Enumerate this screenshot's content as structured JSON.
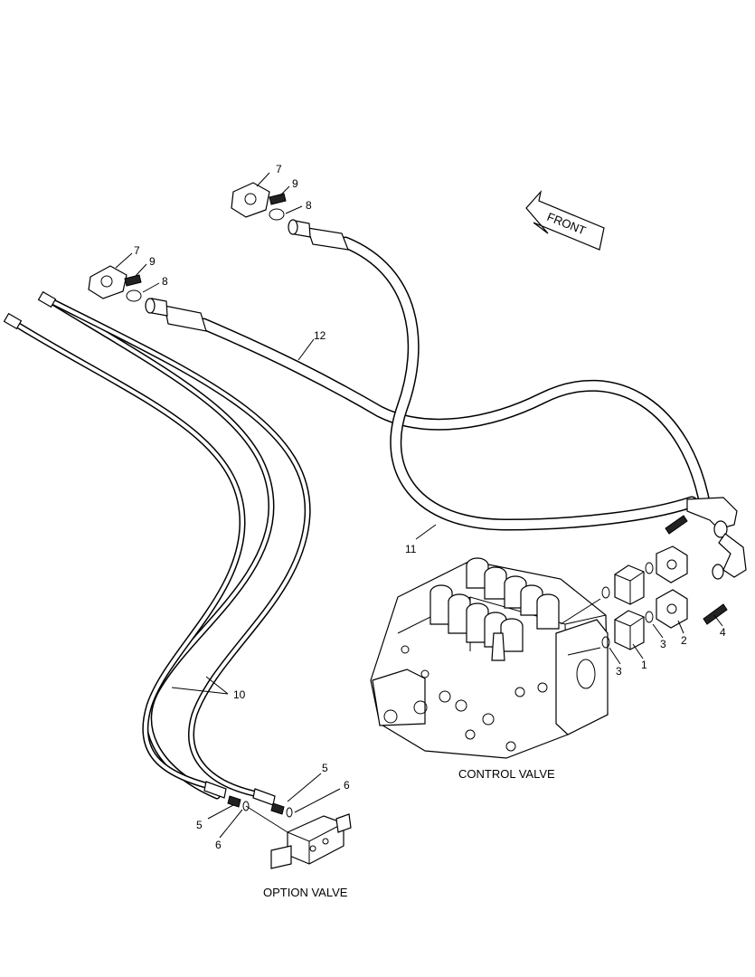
{
  "front_arrow": {
    "label": "FRONT"
  },
  "captions": {
    "control_valve": "CONTROL VALVE",
    "option_valve": "OPTION VALVE"
  },
  "callouts": {
    "c7_top": "7",
    "c9_top": "9",
    "c8_top": "8",
    "c7_left": "7",
    "c9_left": "9",
    "c8_left": "8",
    "c12": "12",
    "c11": "11",
    "c10": "10",
    "c1": "1",
    "c2": "2",
    "c3_a": "3",
    "c3_b": "3",
    "c4": "4",
    "c5_a": "5",
    "c6_a": "6",
    "c5_b": "5",
    "c6_b": "6"
  }
}
